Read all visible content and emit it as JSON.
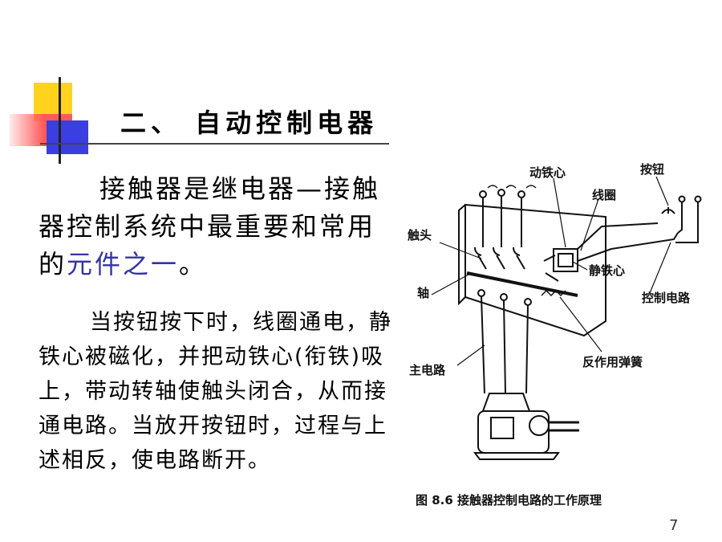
{
  "title": "二、 自动控制电器",
  "paragraph1": {
    "text_before": "接触器是继电器—接触器控制系统中最重要和常用的",
    "highlight": "元件之一",
    "text_after": "。"
  },
  "paragraph2": "当按钮按下时，线圈通电，静铁心被磁化，并把动铁心(衔铁)吸上，带动转轴使触头闭合，从而接通电路。当放开按钮时，过程与上述相反，使电路断开。",
  "figure": {
    "labels": {
      "moving_core": "动铁心",
      "button": "按钮",
      "coil": "线圈",
      "contact": "触头",
      "static_core": "静铁心",
      "shaft": "轴",
      "control_circuit": "控制电路",
      "spring": "反作用弹簧",
      "main_circuit": "主电路"
    },
    "caption": "图 8.6   接触器控制电路的工作原理"
  },
  "page_number": "7",
  "colors": {
    "accent_yellow": "#ffd21e",
    "accent_blue": "#3b3ee0",
    "accent_red": "#ff5a5a",
    "highlight_text": "#3333aa"
  }
}
